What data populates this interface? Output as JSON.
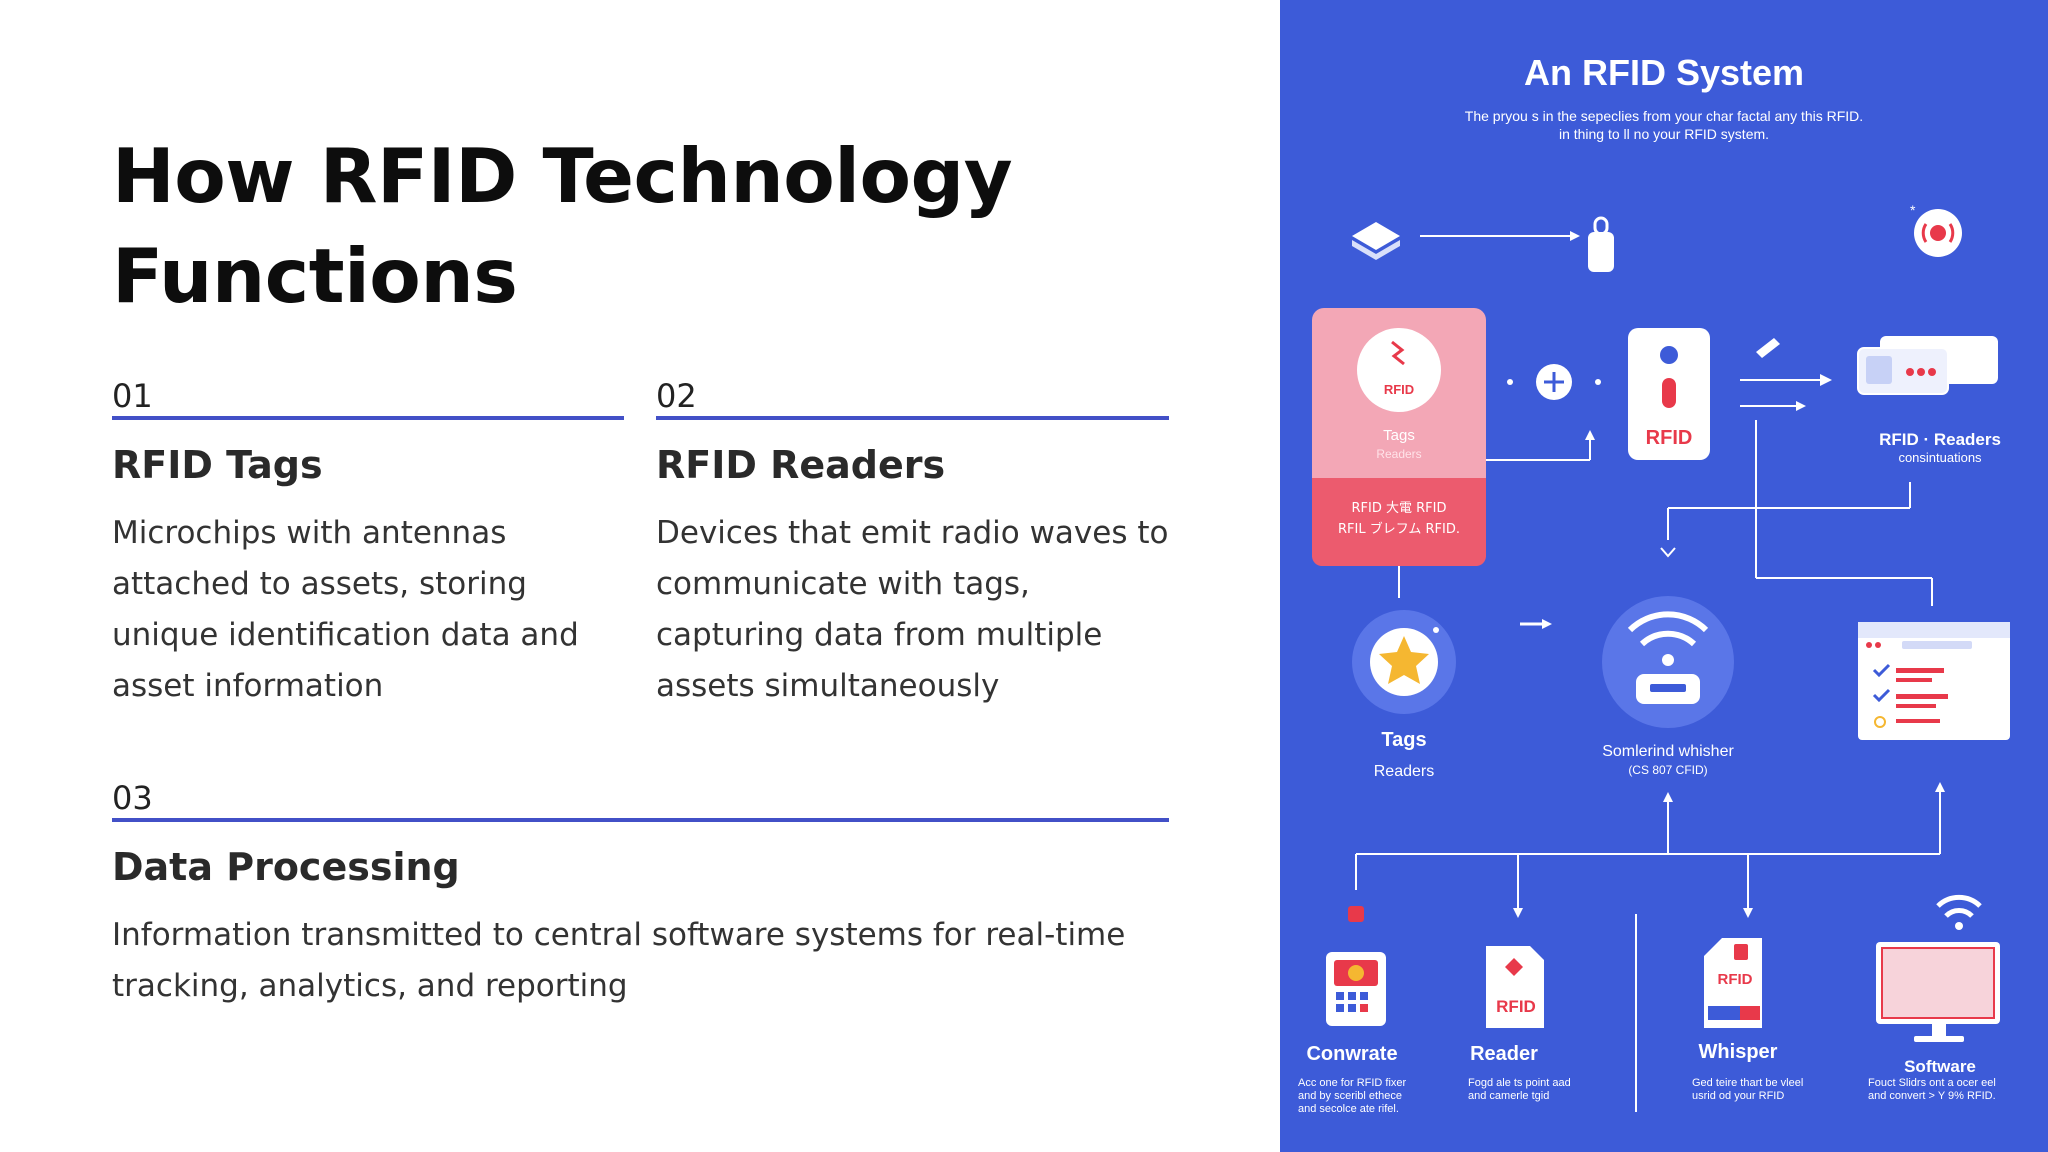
{
  "slide": {
    "title": "How RFID Technology Functions"
  },
  "cards": [
    {
      "number": "01",
      "heading": "RFID Tags",
      "body": "Microchips with antennas attached to assets, storing unique identification data and asset information"
    },
    {
      "number": "02",
      "heading": "RFID Readers",
      "body": "Devices that emit radio waves to communicate with tags, capturing data from multiple assets simultaneously"
    },
    {
      "number": "03",
      "heading": "Data Processing",
      "body": "Information transmitted to central software systems for real-time tracking, analytics, and reporting"
    }
  ],
  "infographic": {
    "title": "An RFID System",
    "subtitle_line1": "The pryou s in the sepeclies from your char factal any this RFID.",
    "subtitle_line2": "in thing to ll no your RFID system.",
    "pink_card": {
      "badge": "RFID",
      "label1": "Tags",
      "label2": "Readers",
      "footer1": "RFID 大電 RFID",
      "footer2": "RFIL ブレフム RFID."
    },
    "rfid_card_label": "RFID",
    "readers_label1": "RFID · Readers",
    "readers_label2": "consintuations",
    "tags_label1": "Tags",
    "tags_label2": "Readers",
    "router_label1": "Somlerind whisher",
    "router_label2": "(CS 807 CFID)",
    "bottom_items": [
      {
        "name": "Conwrate",
        "desc1": "Acc one for RFID fixer",
        "desc2": "and by sceribl ethece",
        "desc3": "and secolce ate rifel."
      },
      {
        "name": "Reader",
        "badge": "RFID",
        "desc1": "Fogd ale ts point aad",
        "desc2": "and camerle tgid"
      },
      {
        "name": "Whisper",
        "badge": "RFID",
        "desc1": "Ged teire thart be vleel",
        "desc2": "usrid od your RFID"
      },
      {
        "name": "Software",
        "desc1": "Fouct Slidrs ont a ocer eel",
        "desc2": "and convert > Y 9% RFID."
      }
    ],
    "colors": {
      "background": "#3d5bd8",
      "pink": "#f08a9e",
      "red": "#e8394a",
      "white": "#ffffff",
      "gold": "#f5b731"
    }
  }
}
